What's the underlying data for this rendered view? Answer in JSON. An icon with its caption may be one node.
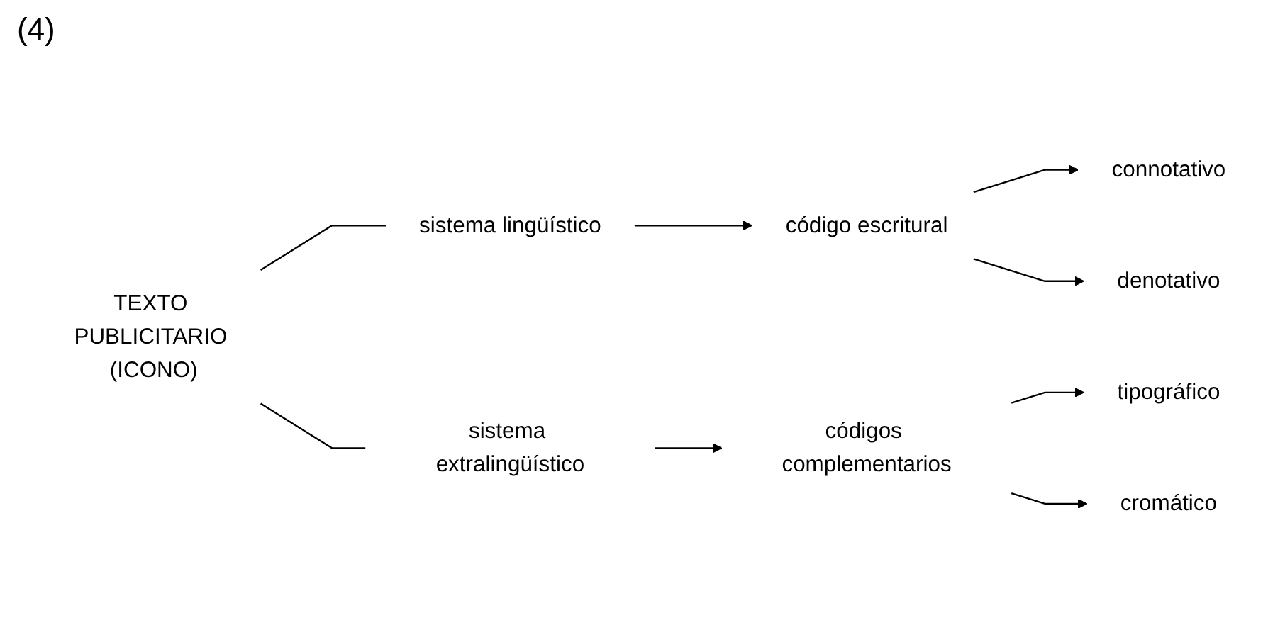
{
  "diagram": {
    "nodes": [
      {
        "text": [
          "TEXTO PUBLICITARIO (ICONO)"
        ]
      },
      {
        "text": [
          "sistema lingüístico"
        ]
      },
      {
        "text": [
          "código escritural"
        ]
      },
      {
        "text": [
          "connotativo"
        ]
      },
      {
        "text": [
          "denotativo"
        ]
      },
      {
        "text": [
          "sistema extralingüístico"
        ]
      },
      {
        "text": [
          "códigos complementarios"
        ]
      },
      {
        "text": [
          "tipográfico"
        ]
      },
      {
        "text": [
          "cromático"
        ]
      }
    ],
    "edges": [
      {
        "from": 0,
        "to": 1,
        "arrow": "none"
      },
      {
        "from": 1,
        "to": 2,
        "arrow": "to"
      },
      {
        "from": 2,
        "to": 3,
        "arrow": "to"
      },
      {
        "from": 2,
        "to": 4,
        "arrow": "to"
      },
      {
        "from": 0,
        "to": 5,
        "arrow": "none"
      },
      {
        "from": 5,
        "to": 6,
        "arrow": "to"
      },
      {
        "from": 6,
        "to": 7,
        "arrow": "to"
      },
      {
        "from": 6,
        "to": 8,
        "arrow": "to"
      }
    ],
    "labels": [
      "(4)"
    ]
  }
}
